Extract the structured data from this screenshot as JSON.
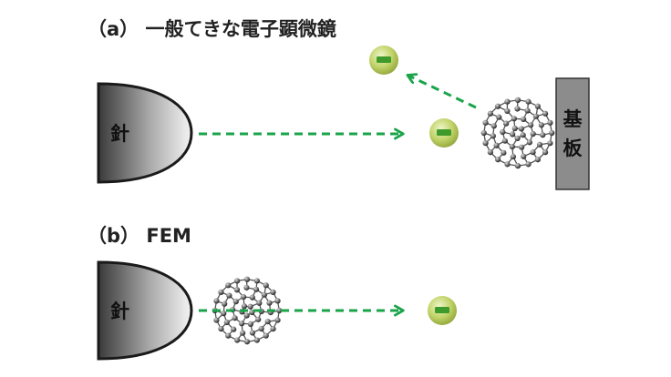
{
  "panel_a": {
    "title": "（a） 一般てきな電子顕微鏡",
    "tip_label": "針",
    "substrate_label": "基板"
  },
  "panel_b": {
    "title": "（b） FEM",
    "tip_label": "針"
  },
  "colors": {
    "arrow": "#1aa44a",
    "electron": "#b5cc55",
    "electron_mark": "#3e9a2a",
    "substrate": "#8c8c8c",
    "tip_dark": "#2a2a2a",
    "tip_light": "#f2f2f2"
  },
  "icons": [
    "needle-tip",
    "electron-particle",
    "fullerene-molecule",
    "substrate-block",
    "dashed-arrow"
  ]
}
